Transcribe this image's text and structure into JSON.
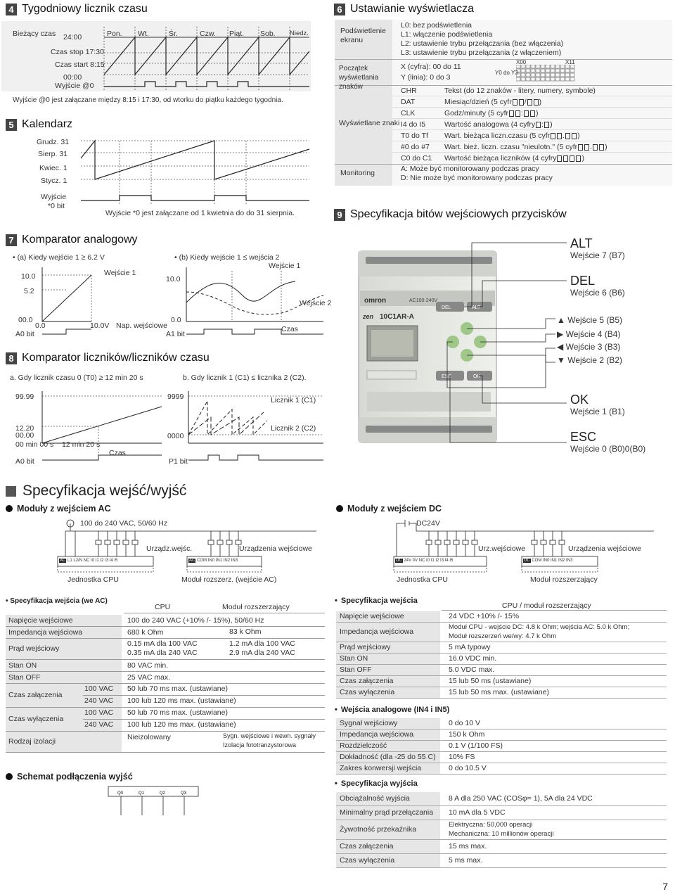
{
  "s4": {
    "num": "4",
    "title": "Tygodniowy licznik czasu",
    "current": "Bieżący czas",
    "t2400": "24:00",
    "stop": "Czas stop 17:30",
    "start": "Czas start 8:15",
    "t0000": "00:00",
    "out": "Wyjście @0",
    "days": [
      "Pon.",
      "Wt.",
      "Śr.",
      "Czw.",
      "Piąt.",
      "Sob.",
      "Niedz."
    ],
    "note": "Wyjście @0 jest załączane między 8:15 i 17:30, od wtorku do piątku każdego tygodnia."
  },
  "s5": {
    "num": "5",
    "title": "Kalendarz",
    "labels": [
      "Grudz. 31",
      "Sierp. 31",
      "Kwiec. 1",
      "Stycz. 1"
    ],
    "out1": "Wyjście",
    "out2": "*0 bit",
    "note": "Wyjście *0 jest załączane od 1 kwietnia do do 31 sierpnia."
  },
  "s6": {
    "num": "6",
    "title": "Ustawianie wyświetlacza",
    "r1": {
      "label": "Podświetlenie ekranu",
      "lines": [
        "L0: bez podświetlenia",
        "L1: włączenie podświetlenia",
        "L2: ustawienie trybu przełączania (bez włączenia)",
        "L3: ustawienie trybu przełączania (z włączeniem)"
      ]
    },
    "r2": {
      "label": "Początek wyświetlania znaków",
      "lines": [
        "X (cyfra): 00 do 11",
        "Y (linia): 0 do 3"
      ],
      "x00": "X00",
      "x11": "X11",
      "y": "Y0 do Y3"
    },
    "r3": {
      "label": "Wyświetlane znaki",
      "rows": [
        {
          "k": "CHR",
          "v": "Tekst (do 12 znaków - litery, numery, symbole)"
        },
        {
          "k": "DAT",
          "v": "Miesiąc/dzień (5 cyfr",
          "s": "/",
          "e": ")"
        },
        {
          "k": "CLK",
          "v": "Godz/minuty (5 cyfr",
          "s": ":",
          "e": ")"
        },
        {
          "k": "I4 do I5",
          "v": "Wartość analogowa (4 cyfry",
          "s": ":",
          "e": ")"
        },
        {
          "k": "T0 do Tf",
          "v": "Wart. bieżąca liczn.czasu (5 cyfr",
          "s": ".",
          "e": ")"
        },
        {
          "k": "#0 do #7",
          "v": "Wart. bież. liczn. czasu \"nieulotn.\" (5 cyfr",
          "s": ".",
          "e": ")"
        },
        {
          "k": "C0 do C1",
          "v": "Wartość bieżąca liczników (4 cyfry",
          "e": ")"
        }
      ]
    },
    "r4": {
      "label": "Monitoring",
      "lines": [
        "A: Może być monitorowany podczas pracy",
        "D: Nie może być monitorowany podczas pracy"
      ]
    }
  },
  "s7": {
    "num": "7",
    "title": "Komparator analogowy",
    "a": "• (a) Kiedy wejście 1 ≥ 6.2 V",
    "b": "• (b) Kiedy wejście 1 ≤ wejścia 2",
    "in1": "Wejście 1",
    "in2": "Wejście 2",
    "y10": "10.0",
    "y52": "5.2",
    "y00": "00.0",
    "x00": "0.0",
    "x10": "10.0V",
    "xlbl": "Nap. wejściowe",
    "a0": "A0 bit",
    "b10": "10.0",
    "b00": "0.0",
    "a1": "A1 bit",
    "czas": "Czas"
  },
  "s8": {
    "num": "8",
    "title": "Komparator liczników/liczników czasu",
    "a": "a. Gdy licznik czasu 0 (T0) ≥ 12 min 20 s",
    "b": "b. Gdy licznik 1 (C1) ≤ licznika 2 (C2).",
    "y99": "99.99",
    "y12": "12.20",
    "y00": "00.00",
    "x0": "00 min 00 s",
    "x12": "12 min 20 s",
    "czas": "Czas",
    "a0": "A0 bit",
    "y9999": "9999",
    "y0000": "0000",
    "p1": "P1 bit",
    "c1": "Licznik 1 (C1)",
    "c2": "Licznik 2 (C2)"
  },
  "s9": {
    "num": "9",
    "title": "Specyfikacja bitów wejściowych przycisków",
    "buttons": [
      {
        "name": "ALT",
        "sub": "Wejście 7 (B7)"
      },
      {
        "name": "DEL",
        "sub": "Wejście 6 (B6)"
      },
      {
        "sym": "▲",
        "sub": "Wejście 5 (B5)"
      },
      {
        "sym": "▶",
        "sub": "Wejście 4 (B4)"
      },
      {
        "sym": "◀",
        "sub": "Wejście 3 (B3)"
      },
      {
        "sym": "▼",
        "sub": "Wejście 2 (B2)"
      },
      {
        "name": "OK",
        "sub": "Wejście 1 (B1)"
      },
      {
        "name": "ESC",
        "sub": "Wejście 0 (B0)0(B0)"
      }
    ],
    "device": {
      "model": "AC100-240V",
      "brand": "omron",
      "series": "zen",
      "part": "10C1AR-A",
      "del": "DEL",
      "alt": "ALT",
      "esc": "ESC",
      "ok": "OK"
    }
  },
  "io": {
    "title": "Specyfikacja wejść/wyjść",
    "ac": "Moduły z wejściem AC",
    "dc": "Moduły z wejściem DC",
    "acv": "100 do 240 VAC, 50/60 Hz",
    "dcv": "DC24V",
    "dev_ac": "Urządz.wejśc.",
    "dev_ac2": "Urządzenia wejściowe",
    "dev_dc": "Urz.wejściowe",
    "dev_dc2": "Urządzenia wejściowe",
    "cpu": "Jednostka CPU",
    "ext_ac": "Moduł rozszerz. (wejście AC)",
    "ext_dc": "Moduł rozszerzający",
    "term_ac": "L1 L2/N  NC  I0  I1  I2  I3  I4  I5",
    "term_ac2": "COM  IN0  IN1  IN2  IN3",
    "term_dc": "24V  0V   NC  I0  I1  I2  I3  I4  I5",
    "term_dc2": "COM  IN0  IN1  IN2  IN3",
    "ac_tag": "AC",
    "dc_tag": "DC"
  },
  "tac": {
    "title": "• Specyfikacja wejścia (we AC)",
    "h_cpu": "CPU",
    "h_ext": "Moduł rozszerzający",
    "rows": [
      {
        "k": "Napięcie wejściowe",
        "v": "100 do 240 VAC (+10% /- 15%), 50/60 Hz"
      },
      {
        "k": "Impedancja wejściowa",
        "v": "680 k Ohm",
        "v2": "83 k Ohm"
      },
      {
        "k": "Prąd wejściowy",
        "v": "0.15 mA dla 100 VAC",
        "vb": "0.35 mA dla 240 VAC",
        "v2": "1.2 mA dla 100 VAC",
        "v2b": "2.9 mA dla 240 VAC"
      },
      {
        "k": "Stan ON",
        "v": "80 VAC min."
      },
      {
        "k": "Stan OFF",
        "v": "25 VAC max."
      },
      {
        "k": "Czas załączenia",
        "s": "100 VAC",
        "v": "50 lub 70 ms max. (ustawiane)",
        "s2": "240 VAC",
        "vb": "100 lub 120 ms max. (ustawiane)"
      },
      {
        "k": "Czas wyłączenia",
        "s": "100 VAC",
        "v": "50 lub 70 ms max. (ustawiane)",
        "s2": "240 VAC",
        "vb": "100 lub 120 ms max. (ustawiane)"
      },
      {
        "k": "Rodzaj izolacji",
        "v": "Nieizolowany",
        "v2": "Sygn. wejściowe i wewn. sygnały",
        "v2b": "Izolacja fototranzystorowa"
      }
    ],
    "schem": "Schemat podłączenia wyjść",
    "q": [
      "Q0",
      "Q1",
      "Q2",
      "Q3"
    ]
  },
  "tdc": {
    "title": "Specyfikacja wejścia",
    "h": "CPU / moduł rozszerzający",
    "rows": [
      {
        "k": "Napięcie wejściowe",
        "v": "24 VDC +10% /- 15%"
      },
      {
        "k": "Impedancja wejściowa",
        "v": "Moduł CPU -  wejście DC: 4.8 k Ohm;  wejścia AC: 5.0 k Ohm;",
        "vb": "Moduł rozszerzeń we/wy: 4.7 k Ohm"
      },
      {
        "k": "Prąd wejściowy",
        "v": "5 mA typowy"
      },
      {
        "k": "Stan ON",
        "v": "16.0 VDC min."
      },
      {
        "k": "Stan OFF",
        "v": "5.0 VDC max."
      },
      {
        "k": "Czas załączenia",
        "v": "15 lub 50 ms (ustawiane)"
      },
      {
        "k": "Czas wyłączenia",
        "v": "15 lub 50 ms max. (ustawiane)"
      }
    ],
    "an_title": "Wejścia analogowe (IN4 i IN5)",
    "an": [
      {
        "k": "Sygnał wejściowy",
        "v": "0 do 10 V"
      },
      {
        "k": "Impedancja wejściowa",
        "v": "150 k Ohm"
      },
      {
        "k": "Rozdzielczość",
        "v": "0.1 V (1/100 FS)"
      },
      {
        "k": "Dokładność (dla -25 do 55 C)",
        "v": "10% FS"
      },
      {
        "k": "Zakres konwersji wejścia",
        "v": "0 do 10.5 V"
      }
    ],
    "out_title": "Specyfikacja wyjścia",
    "out": [
      {
        "k": "Obciążalność wyjścia",
        "v": "8 A dla 250 VAC (COSφ= 1), 5A dla 24 VDC"
      },
      {
        "k": "Minimalny prąd przełączania",
        "v": "10 mA dla 5 VDC"
      },
      {
        "k": "Żywotność przekaźnika",
        "v": "Elektryczna: 50,000 operacji",
        "vb": "Mechaniczna: 10 millionów operacji"
      },
      {
        "k": "Czas załączenia",
        "v": "15 ms max."
      },
      {
        "k": "Czas wyłączenia",
        "v": "5 ms max."
      }
    ]
  },
  "page": "7"
}
